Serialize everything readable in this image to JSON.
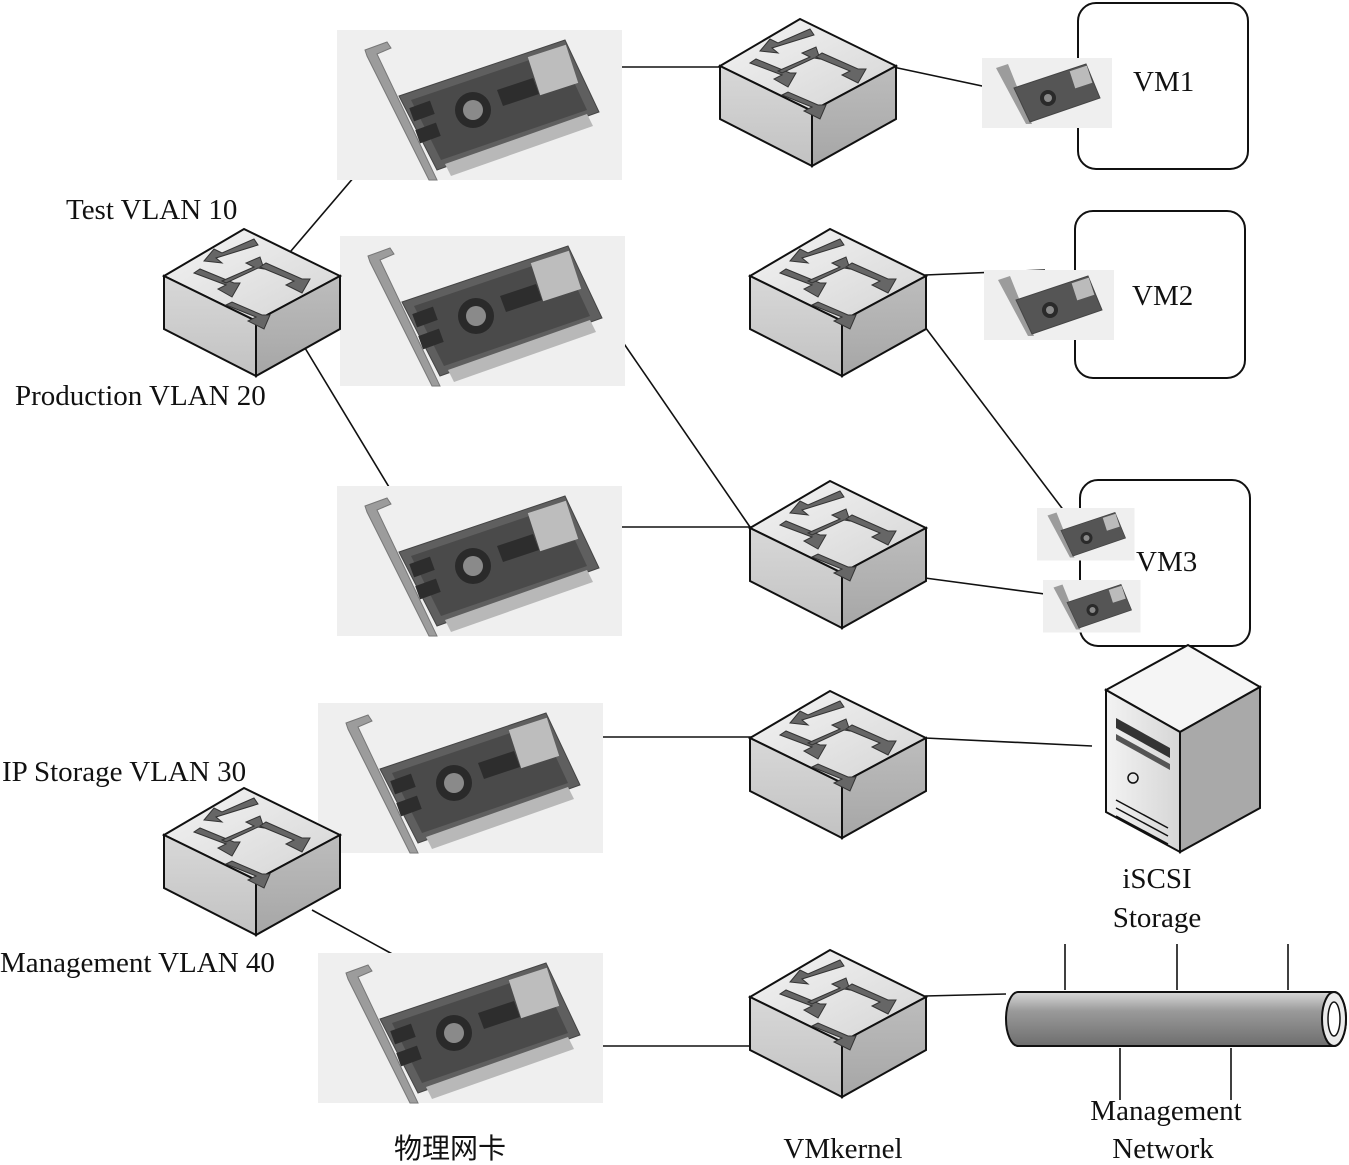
{
  "vlans": {
    "test": "Test VLAN 10",
    "production": "Production VLAN 20",
    "ip_storage": "IP Storage VLAN 30",
    "management": "Management VLAN 40"
  },
  "vms": {
    "vm1": "VM1",
    "vm2": "VM2",
    "vm3": "VM3"
  },
  "storage": {
    "line1": "iSCSI",
    "line2": "Storage"
  },
  "mgmt_network": {
    "line1": "Management",
    "line2": "Network"
  },
  "footer": {
    "physical_nic": "物理网卡",
    "vmkernel": "VMkernel"
  }
}
